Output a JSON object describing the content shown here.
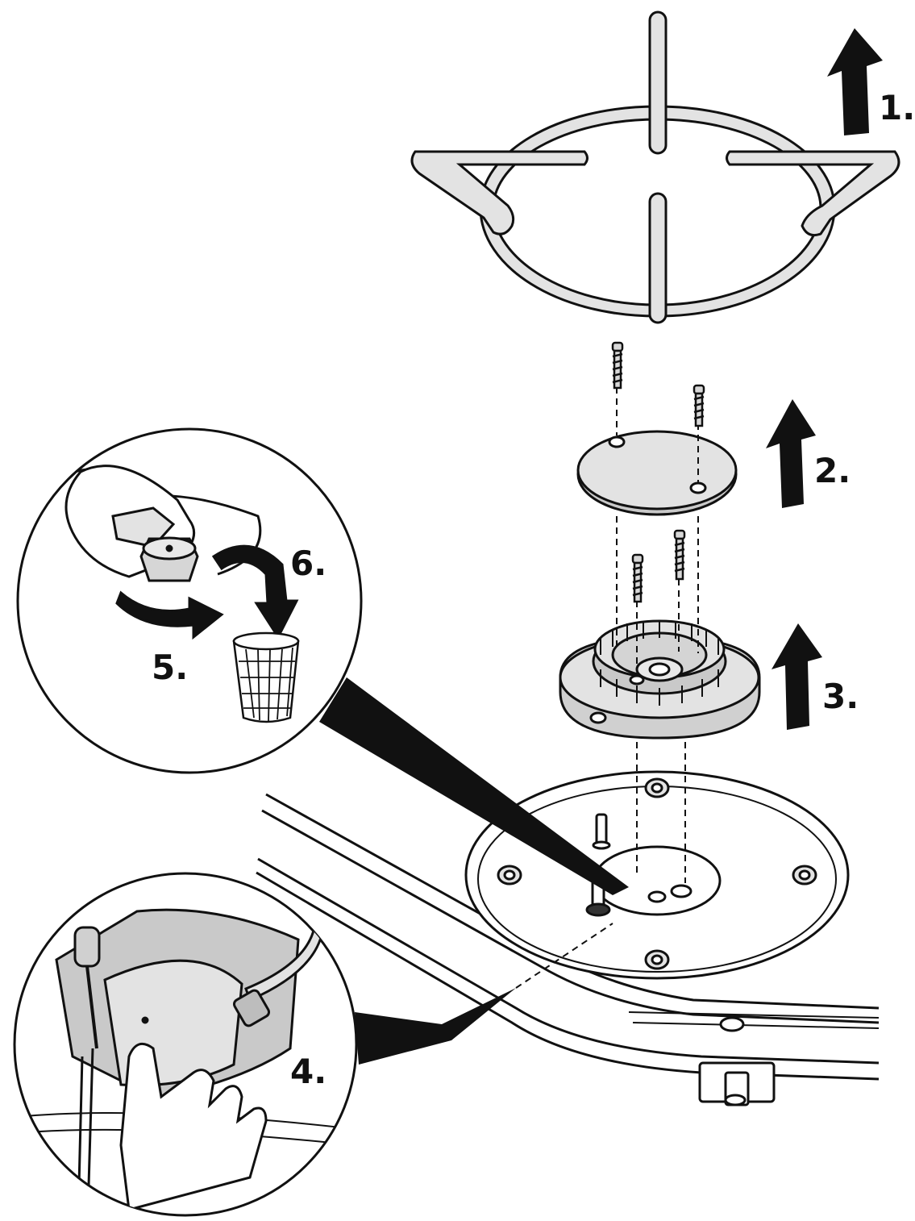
{
  "steps": [
    {
      "number": "1."
    },
    {
      "number": "2."
    },
    {
      "number": "3."
    },
    {
      "number": "4."
    },
    {
      "number": "5."
    },
    {
      "number": "6."
    }
  ],
  "colors": {
    "line": "#111111",
    "fill_light": "#e3e3e3",
    "fill_mid": "#c9c9c9",
    "arrow": "#111111",
    "background": "#ffffff"
  }
}
